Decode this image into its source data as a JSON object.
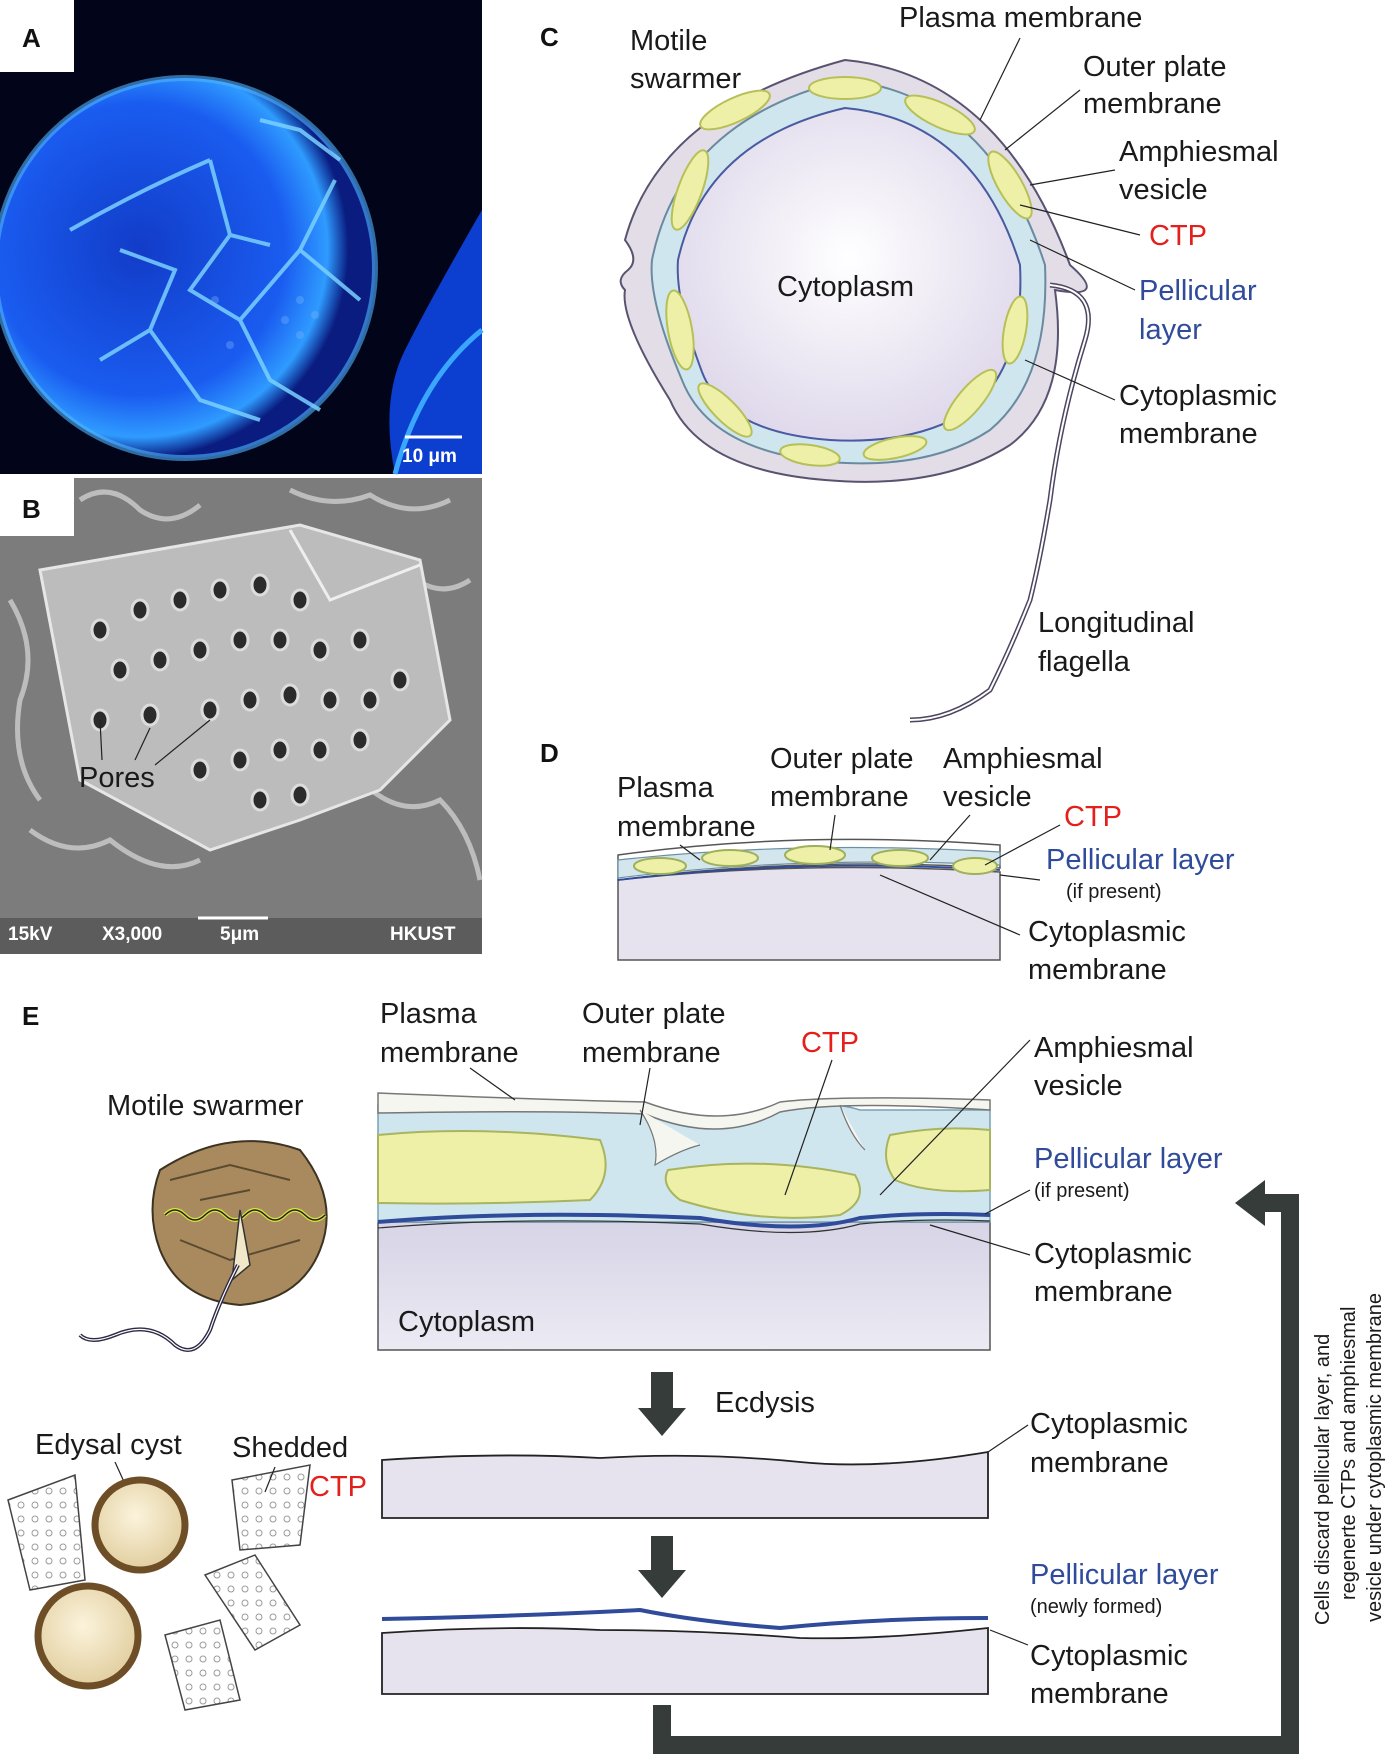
{
  "panels": {
    "a": "A",
    "b": "B",
    "c": "C",
    "d": "D",
    "e": "E"
  },
  "panel_a": {
    "scale_bar": "10 μm"
  },
  "panel_b": {
    "pores_label": "Pores",
    "sem_kv": "15kV",
    "sem_mag": "X3,000",
    "sem_scale": "5μm",
    "sem_lab": "HKUST"
  },
  "panel_c": {
    "motile_line1": "Motile",
    "motile_line2": "swarmer",
    "plasma": "Plasma membrane",
    "outer_line1": "Outer plate",
    "outer_line2": "membrane",
    "amph_line1": "Amphiesmal",
    "amph_line2": "vesicle",
    "ctp": "CTP",
    "pell_line1": "Pellicular",
    "pell_line2": "layer",
    "cyto_center": "Cytoplasm",
    "cytomem_line1": "Cytoplasmic",
    "cytomem_line2": "membrane",
    "flag_line1": "Longitudinal",
    "flag_line2": "flagella"
  },
  "panel_d": {
    "plasma_line1": "Plasma",
    "plasma_line2": "membrane",
    "outer_line1": "Outer plate",
    "outer_line2": "membrane",
    "amph_line1": "Amphiesmal",
    "amph_line2": "vesicle",
    "ctp": "CTP",
    "pell": "Pellicular layer",
    "pell_note": "(if present)",
    "cytomem_line1": "Cytoplasmic",
    "cytomem_line2": "membrane"
  },
  "panel_e": {
    "motile": "Motile swarmer",
    "plasma_line1": "Plasma",
    "plasma_line2": "membrane",
    "outer_line1": "Outer plate",
    "outer_line2": "membrane",
    "ctp": "CTP",
    "amph_line1": "Amphiesmal",
    "amph_line2": "vesicle",
    "pell": "Pellicular layer",
    "pell_note": "(if present)",
    "cytomem_line1": "Cytoplasmic",
    "cytomem_line2": "membrane",
    "cytoplasm": "Cytoplasm",
    "ecdysis": "Ecdysis",
    "edysal": "Edysal cyst",
    "shedded": "Shedded",
    "shedded_ctp": "CTP",
    "cytomem2_line1": "Cytoplasmic",
    "cytomem2_line2": "membrane",
    "pell_new": "Pellicular layer",
    "pell_new_note": "(newly formed)",
    "cytomem3_line1": "Cytoplasmic",
    "cytomem3_line2": "membrane",
    "cycle_line1": "Cells discard pellicular layer, and",
    "cycle_line2": "regenerte CTPs and amphiesmal",
    "cycle_line3": "vesicle under cytoplasmic membrane"
  },
  "colors": {
    "ctp_fill": "#eef0a8",
    "vesicle_fill": "#cfe6ef",
    "cytoplasm_fill": "#e4e2ee",
    "pellicular_blue": "#2f4b9a",
    "arrow_dark": "#353c39",
    "fluor_blue": "#1f7fff"
  }
}
